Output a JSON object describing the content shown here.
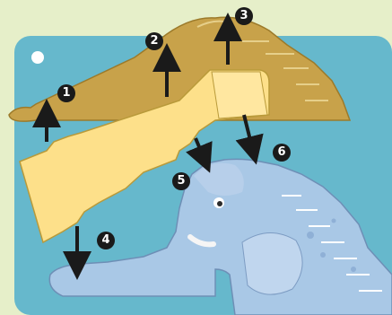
{
  "scene": {
    "colors": {
      "page_bg": "#e6efc9",
      "panel": "#66b8cc",
      "top_piece": "#c8a24a",
      "middle_piece": "#fde08a",
      "elephant": "#a9c8e6",
      "arrow": "#1a1a1a"
    },
    "badges": [
      {
        "label": "1"
      },
      {
        "label": "2"
      },
      {
        "label": "3"
      },
      {
        "label": "4"
      },
      {
        "label": "5"
      },
      {
        "label": "6"
      }
    ]
  }
}
